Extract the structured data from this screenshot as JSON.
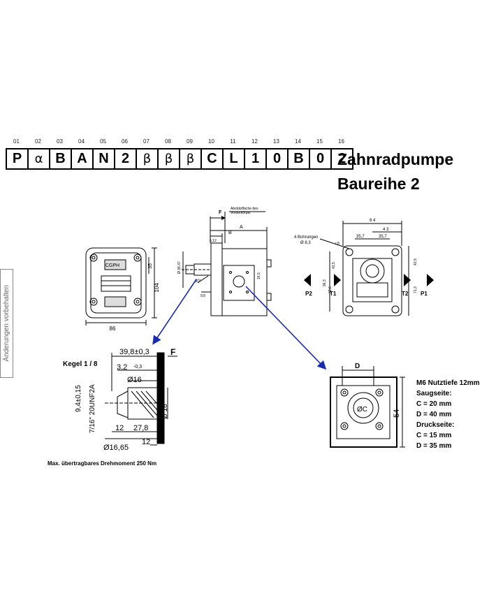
{
  "code": {
    "positions": [
      "01",
      "02",
      "03",
      "04",
      "05",
      "06",
      "07",
      "08",
      "09",
      "10",
      "11",
      "12",
      "13",
      "14",
      "15",
      "16"
    ],
    "symbols": [
      "P",
      "α",
      "B",
      "A",
      "N",
      "2",
      "β",
      "β",
      "β",
      "C",
      "L",
      "1",
      "0",
      "B",
      "0",
      "2"
    ]
  },
  "title": {
    "line1": "Zahnradpumpe",
    "line2": "Baureihe 2"
  },
  "side_note": "Änderungen vorbehalten",
  "top_views": {
    "front": {
      "dim_width": "86",
      "dim_height": "104",
      "dim_half": "35",
      "brand": "CGPH"
    },
    "side": {
      "dim_a": "A",
      "dim_b": "B",
      "dim_f": "F",
      "note": "Abstützfläche des Vorderkörpers",
      "dim_612": "6,12",
      "dim_shaft": "Ø 36,47",
      "dim_angle": "30°",
      "dim_165": "16,5",
      "dim_9": "9,8"
    },
    "rear": {
      "holes": "4 Bohrungen",
      "hole_dia": "Ø 8,3",
      "dim_r": "r 8",
      "dim_84": "8 4",
      "dim_43": "4 3",
      "dim_357a": "35,7",
      "dim_357b": "35,7",
      "dim_425a": "42,5",
      "dim_425b": "42,5",
      "dim_963": "96,3",
      "dim_626": "62,6",
      "dim_713": "71,3",
      "ports": [
        "P2",
        "T1",
        "T2",
        "P1"
      ]
    }
  },
  "shaft_detail": {
    "kegel": "Kegel 1 / 8",
    "dim_398": "39,8±0,3",
    "dim_32": "3,2",
    "dim_32_tol": "-0,3",
    "dim_16": "Ø16",
    "dim_94": "9,4±0,15",
    "thread": "7/16\" 20UNF2A",
    "dim_18": "Ø 18",
    "dim_12a": "12",
    "dim_278": "27,8",
    "dim_1665": "Ø16,65",
    "dim_12b": "12",
    "flange": "F",
    "torque": "Max. übertragbares Drehmoment 250 Nm"
  },
  "port_detail": {
    "dim_d": "D",
    "dim_54": "54",
    "center": "ØC",
    "specs": [
      "M6 Nutztiefe 12mm",
      "Saugseite:",
      "C = 20  mm",
      "D = 40 mm",
      "Druckseite:",
      "C = 15  mm",
      "D = 35 mm"
    ]
  }
}
